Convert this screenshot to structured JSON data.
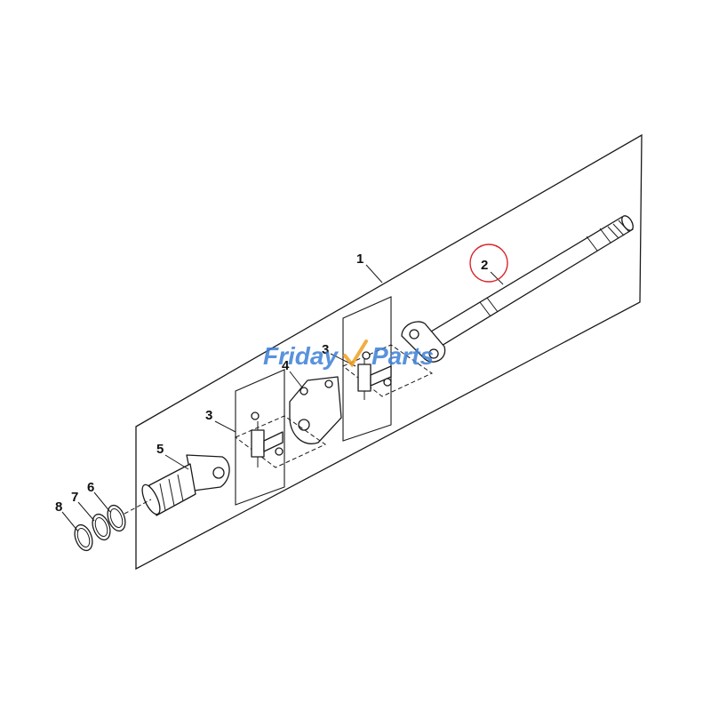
{
  "diagram": {
    "callouts": {
      "c1": "1",
      "c2": "2",
      "c3a": "3",
      "c3b": "3",
      "c4": "4",
      "c5": "5",
      "c6": "6",
      "c7": "7",
      "c8": "8"
    },
    "highlight_color": "#d9262c"
  },
  "watermark": {
    "text_left": "Friday",
    "text_right": "Parts",
    "color_blue": "#3d7fd6",
    "color_orange": "#f0a020"
  }
}
